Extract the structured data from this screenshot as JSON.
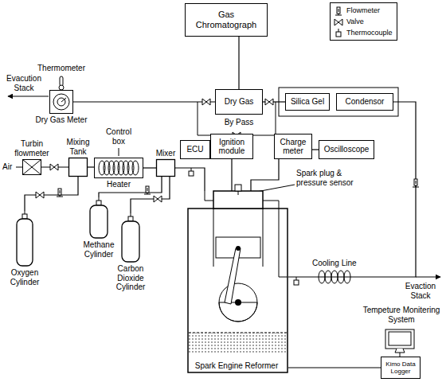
{
  "diagram": {
    "nodes": [
      {
        "text": [
          "Gas Chromatograph"
        ]
      },
      {
        "text": [
          "Dry Gas Meter"
        ]
      },
      {
        "text": [
          "Dry Gas"
        ]
      },
      {
        "text": [
          "Silica Gel"
        ]
      },
      {
        "text": [
          "Condensor"
        ]
      },
      {
        "text": [
          "ECU"
        ]
      },
      {
        "text": [
          "Ignition module"
        ]
      },
      {
        "text": [
          "Charge meter"
        ]
      },
      {
        "text": [
          "Oscilloscope"
        ]
      },
      {
        "text": [
          "Turbin flowmeter"
        ]
      },
      {
        "text": [
          "Mixing Tank"
        ]
      },
      {
        "text": [
          "Heater"
        ]
      },
      {
        "text": [
          "Mixer"
        ]
      },
      {
        "text": [
          "Oxygen Cylinder"
        ]
      },
      {
        "text": [
          "Methane Cylinder"
        ]
      },
      {
        "text": [
          "Carbon Dioxide Cylinder"
        ]
      },
      {
        "text": [
          "Spark Engine Reformer"
        ]
      },
      {
        "text": [
          "Kimo Data Logger"
        ]
      }
    ],
    "edges": [
      {
        "from": 0,
        "to": 2,
        "arrow": "none"
      },
      {
        "from": 2,
        "to": 1,
        "arrow": "none"
      },
      {
        "from": 3,
        "to": 2,
        "arrow": "none"
      },
      {
        "from": 16,
        "to": 4,
        "arrow": "none"
      },
      {
        "from": 6,
        "to": 16,
        "arrow": "none"
      },
      {
        "from": 7,
        "to": 16,
        "arrow": "none"
      },
      {
        "from": 7,
        "to": 8,
        "arrow": "none"
      },
      {
        "from": 9,
        "to": 10,
        "arrow": "none"
      },
      {
        "from": 10,
        "to": 11,
        "arrow": "none"
      },
      {
        "from": 11,
        "to": 12,
        "arrow": "none"
      },
      {
        "from": 12,
        "to": 16,
        "arrow": "none"
      },
      {
        "from": 13,
        "to": 10,
        "arrow": "none"
      },
      {
        "from": 14,
        "to": 12,
        "arrow": "none"
      },
      {
        "from": 15,
        "to": 12,
        "arrow": "none"
      },
      {
        "from": 16,
        "to": 17,
        "arrow": "none"
      }
    ],
    "labels": [
      "Thermometer",
      "Evacution Stack",
      "By Pass",
      "Control box",
      "Spark plug & pressure sensor",
      "Air",
      "Cooling Line",
      "Evaction Stack",
      "Tempeture Monitering System"
    ],
    "legend": [
      {
        "text": "Flowmeter"
      },
      {
        "text": "Valve"
      },
      {
        "text": "Thermocouple"
      }
    ]
  }
}
